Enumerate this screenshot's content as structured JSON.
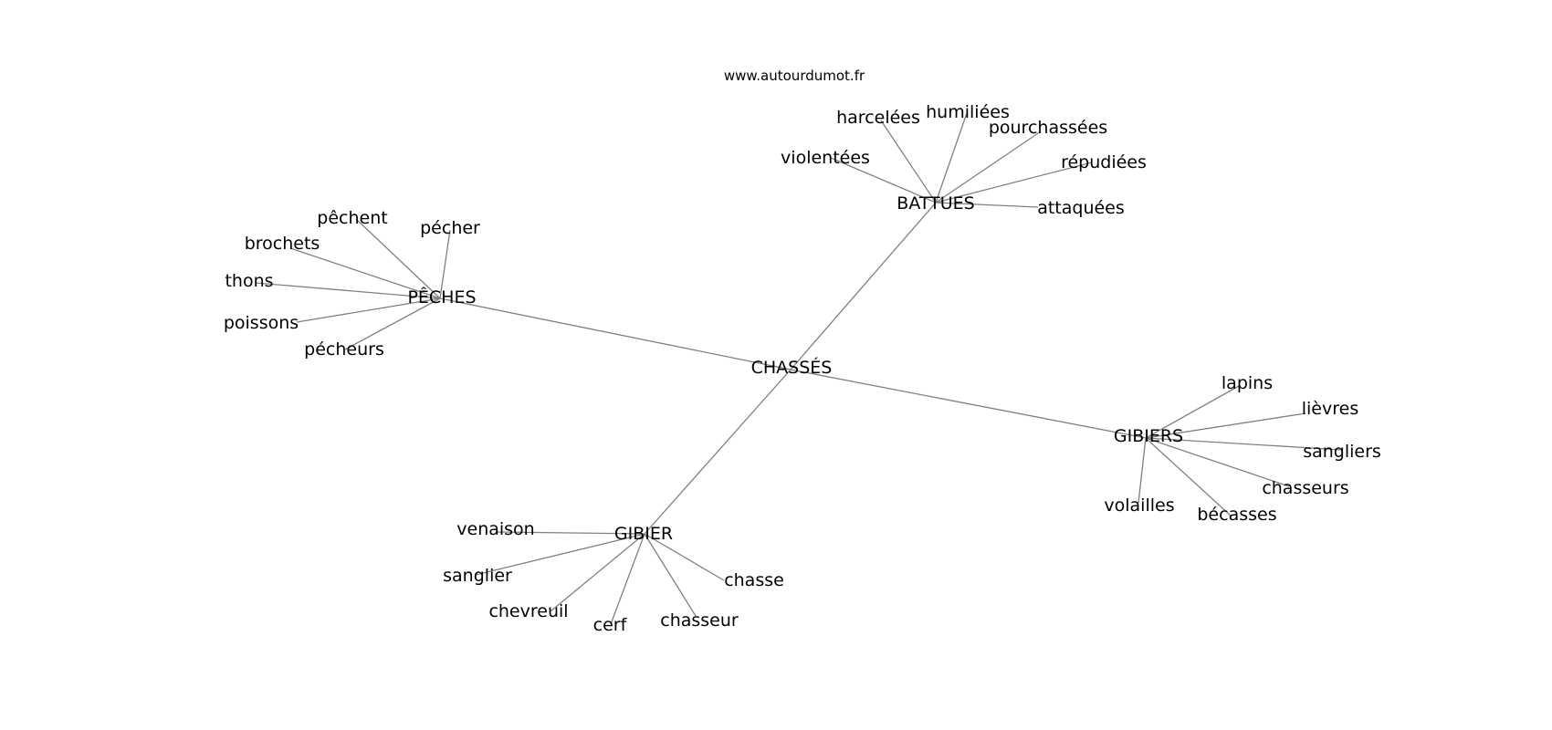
{
  "watermark": "www.autourdumot.fr",
  "graph": {
    "center": "CHASSÉS",
    "hubs": [
      {
        "label": "BATTUES",
        "leaves": [
          "harcelées",
          "humiliées",
          "pourchassées",
          "violentées",
          "répudiées",
          "attaquées"
        ]
      },
      {
        "label": "PÊCHES",
        "leaves": [
          "pêchent",
          "pécher",
          "brochets",
          "thons",
          "poissons",
          "pécheurs"
        ]
      },
      {
        "label": "GIBIERS",
        "leaves": [
          "lapins",
          "lièvres",
          "sangliers",
          "chasseurs",
          "volailles",
          "bécasses"
        ]
      },
      {
        "label": "GIBIER",
        "leaves": [
          "venaison",
          "sanglier",
          "chevreuil",
          "cerf",
          "chasseur",
          "chasse"
        ]
      }
    ]
  }
}
